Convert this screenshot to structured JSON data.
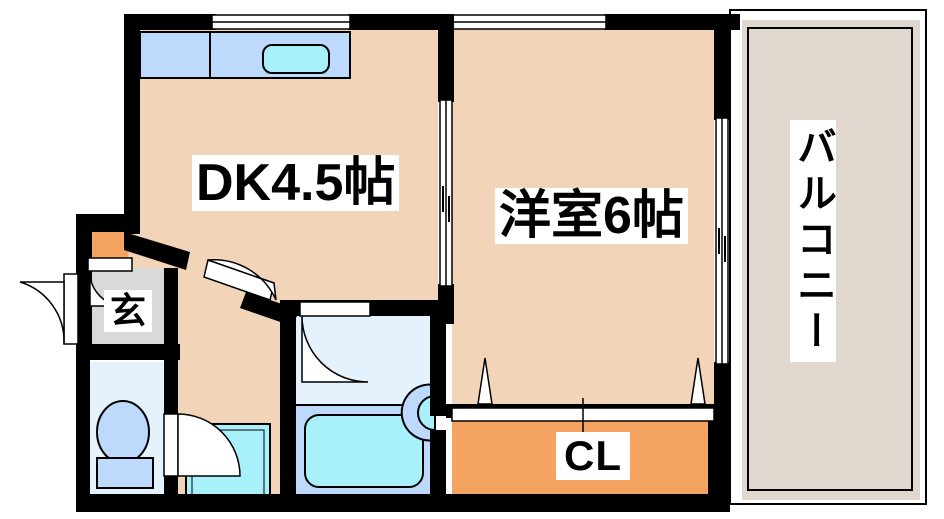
{
  "plan": {
    "title": "賃貸アパート 間取り図",
    "type": "1DK floor plan"
  },
  "labels": {
    "dk": "DK4.5帖",
    "washitsu": "洋室6帖",
    "balcony": "バルコニー",
    "genkan": "玄",
    "closet": "CL"
  },
  "rooms": [
    {
      "name": "dining-kitchen",
      "label": "DK4.5帖",
      "floor_color": "#F2D4B8"
    },
    {
      "name": "western-room",
      "label": "洋室6帖",
      "floor_color": "#F2D4B8"
    },
    {
      "name": "balcony",
      "label": "バルコニー",
      "floor_color": "#E0D7CF"
    },
    {
      "name": "entrance",
      "label": "玄",
      "floor_color": "#D9D9D9"
    },
    {
      "name": "toilet",
      "label": "",
      "floor_color": "#E3F2FD"
    },
    {
      "name": "bathroom",
      "label": "",
      "floor_color": "#E3F2FD"
    },
    {
      "name": "closet",
      "label": "CL",
      "floor_color": "#F4A460"
    }
  ],
  "fixtures": [
    {
      "name": "kitchen-counter",
      "color": "#BDD9FC"
    },
    {
      "name": "kitchen-sink",
      "color": "#A8F0FA"
    },
    {
      "name": "toilet-bowl",
      "color": "#BDD9FC"
    },
    {
      "name": "bathtub",
      "color": "#A8F0FA"
    },
    {
      "name": "washbasin",
      "color": "#A8F0FA"
    },
    {
      "name": "washing-machine-space",
      "color": "#A8F0FA"
    },
    {
      "name": "shoe-cabinet",
      "color": "#F4A460"
    }
  ],
  "colors": {
    "wall": "#000000",
    "floor_room": "#F2D4B8",
    "floor_balcony": "#E0D7CF",
    "floor_entrance": "#D9D9D9",
    "floor_wet": "#E3F2FD",
    "closet_orange": "#F4A460",
    "counter_blue": "#BDD9FC",
    "basin_cyan": "#A8F0FA",
    "white": "#FFFFFF",
    "outline": "#000000"
  }
}
